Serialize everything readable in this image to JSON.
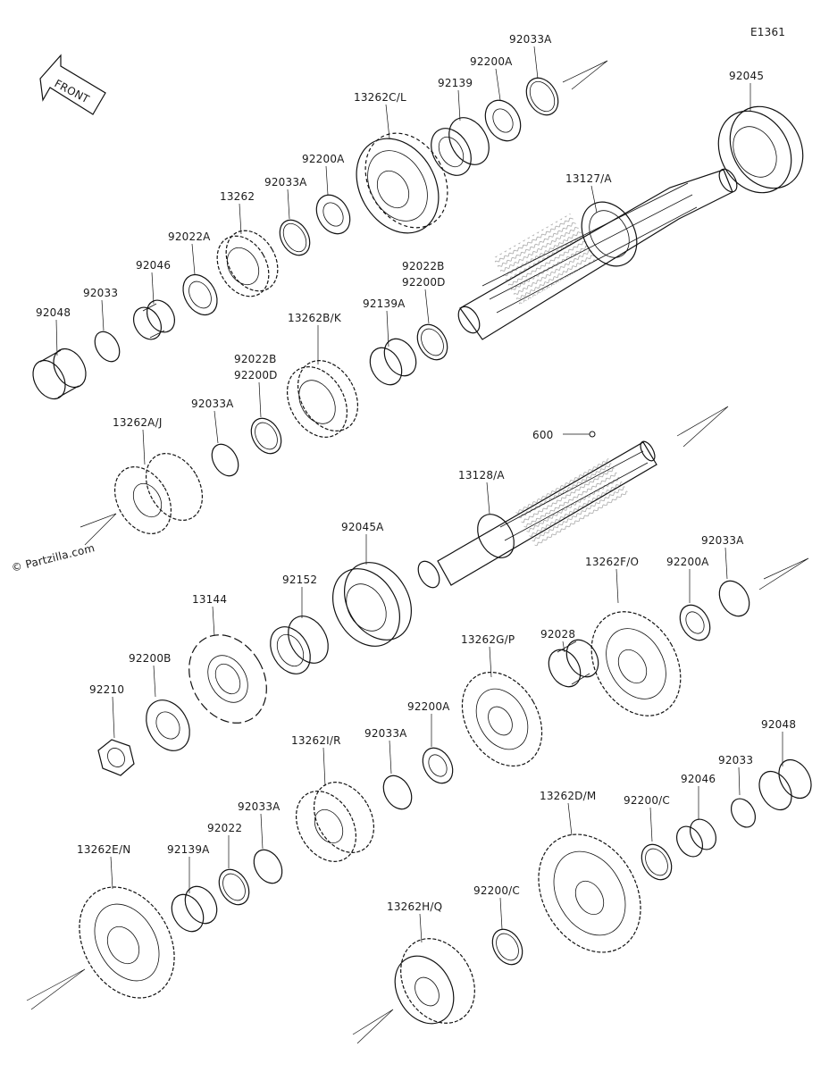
{
  "diagram": {
    "code": "E1361",
    "front_label": "FRONT",
    "watermark": "© Partzilla.com"
  },
  "callouts": {
    "c92033A_top": "92033A",
    "c92200A_top": "92200A",
    "c92139": "92139",
    "c13262CL": "13262C/L",
    "c92045": "92045",
    "c92200A_2": "92200A",
    "c92033A_2": "92033A",
    "c13262": "13262",
    "c13127A": "13127/A",
    "c92022A": "92022A",
    "c92046": "92046",
    "c92033": "92033",
    "c92048": "92048",
    "c92022B": "92022B",
    "c92200D": "92200D",
    "c92139A": "92139A",
    "c13262BK": "13262B/K",
    "c92022B_2": "92022B",
    "c92200D_2": "92200D",
    "c92033A_3": "92033A",
    "c13262AJ": "13262A/J",
    "c600": "600",
    "c13128A": "13128/A",
    "c92045A": "92045A",
    "c92152": "92152",
    "c13144": "13144",
    "c13262FO": "13262F/O",
    "c92200A_3": "92200A",
    "c92033A_4": "92033A",
    "c92200B": "92200B",
    "c92210": "92210",
    "c13262GP": "13262G/P",
    "c92028": "92028",
    "c92200A_4": "92200A",
    "c92033A_5": "92033A",
    "c13262IR": "13262I/R",
    "c92048_2": "92048",
    "c92033_2": "92033",
    "c92046_2": "92046",
    "c92200C": "92200/C",
    "c13262DM": "13262D/M",
    "c92033A_6": "92033A",
    "c92022": "92022",
    "c92139A_2": "92139A",
    "c13262EN": "13262E/N",
    "c92200C_2": "92200/C",
    "c13262HQ": "13262H/Q"
  }
}
